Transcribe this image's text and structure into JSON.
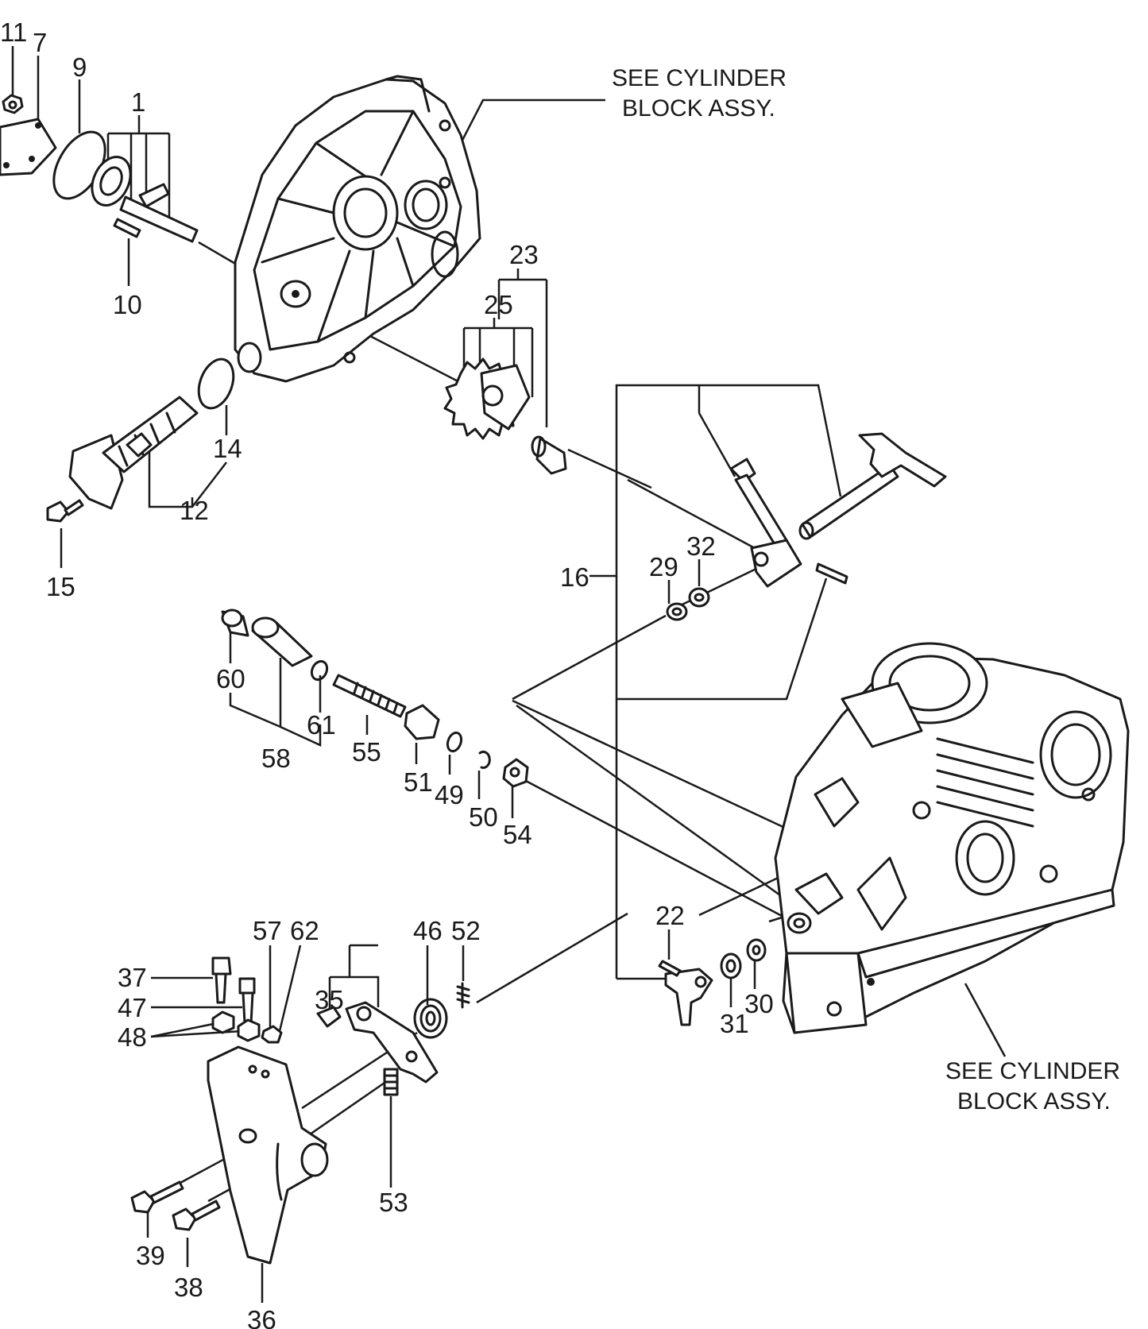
{
  "notes": {
    "top": [
      "SEE CYLINDER",
      "BLOCK ASSY."
    ],
    "bottom": [
      "SEE CYLINDER",
      "BLOCK ASSY."
    ]
  },
  "labels": {
    "l11": "11",
    "l7": "7",
    "l9": "9",
    "l1": "1",
    "l10": "10",
    "l23": "23",
    "l25": "25",
    "l14": "14",
    "l12": "12",
    "l15": "15",
    "l16": "16",
    "l29": "29",
    "l32": "32",
    "l60": "60",
    "l61": "61",
    "l58": "58",
    "l55": "55",
    "l51": "51",
    "l49": "49",
    "l50": "50",
    "l54": "54",
    "l22": "22",
    "l31": "31",
    "l30": "30",
    "l57": "57",
    "l62": "62",
    "l46": "46",
    "l52": "52",
    "l37": "37",
    "l47": "47",
    "l48": "48",
    "l35": "35",
    "l53": "53",
    "l39": "39",
    "l38": "38",
    "l36": "36"
  }
}
